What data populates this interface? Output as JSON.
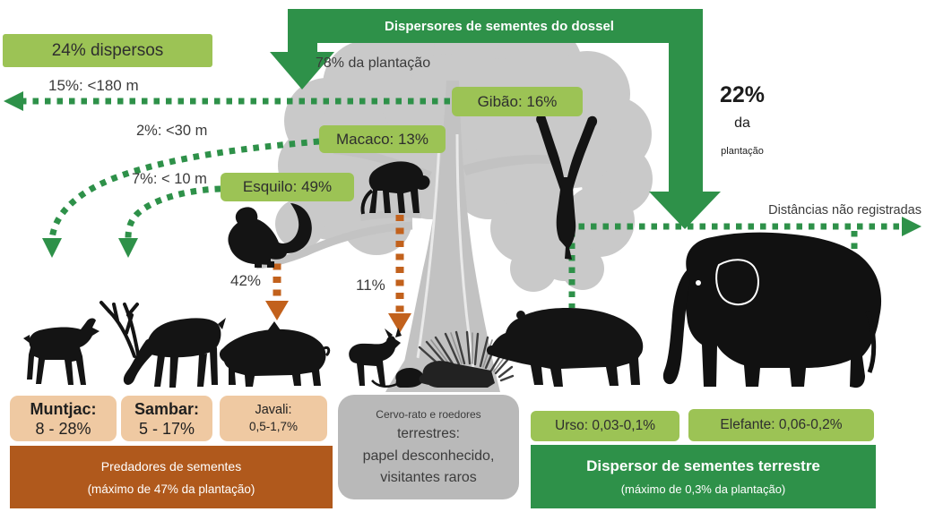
{
  "colors": {
    "green": "#2e9149",
    "light_green": "#9cc355",
    "orange": "#c2611c",
    "brown": "#b0591c",
    "peach": "#efc9a2",
    "gray_box": "#b9b9b9",
    "tree_gray": "#c9c9c9",
    "silhouette": "#141414"
  },
  "banner": {
    "title": "Dispersores de sementes do dossel"
  },
  "canopy": {
    "dispersed_box": "24% dispersos",
    "plantation_label": "78% da plantação",
    "arrow_far": "15%: <180 m",
    "arrow_mid": "2%: <30 m",
    "arrow_near": "7%: < 10 m",
    "animals": [
      {
        "label": "Gibão: 16%"
      },
      {
        "label": "Macaco: 13%"
      },
      {
        "label": "Esquilo: 49%"
      }
    ],
    "right_stat": {
      "value": "22%",
      "line2": "da",
      "line3": "plantação"
    },
    "drop_squirrel": "42%",
    "drop_macaque": "11%"
  },
  "ground": {
    "distances_label": "Distâncias não registradas",
    "predator_boxes": [
      {
        "name": "Muntjac:",
        "value": "8 - 28%"
      },
      {
        "name": "Sambar:",
        "value": "5 - 17%"
      },
      {
        "name": "Javali:",
        "value": "0,5-1,7%"
      }
    ],
    "predators_summary": {
      "line1": "Predadores de sementes",
      "line2": "(máximo de 47% da plantação)"
    },
    "unknown_box": {
      "line1": "Cervo-rato e roedores",
      "line2": "terrestres:",
      "line3": "papel desconhecido,",
      "line4": "visitantes raros"
    },
    "disperser_boxes": [
      {
        "label": "Urso: 0,03-0,1%"
      },
      {
        "label": "Elefante: 0,06-0,2%"
      }
    ],
    "dispersers_summary": {
      "line1": "Dispersor de sementes terrestre",
      "line2": "(máximo de 0,3% da plantação)"
    }
  }
}
